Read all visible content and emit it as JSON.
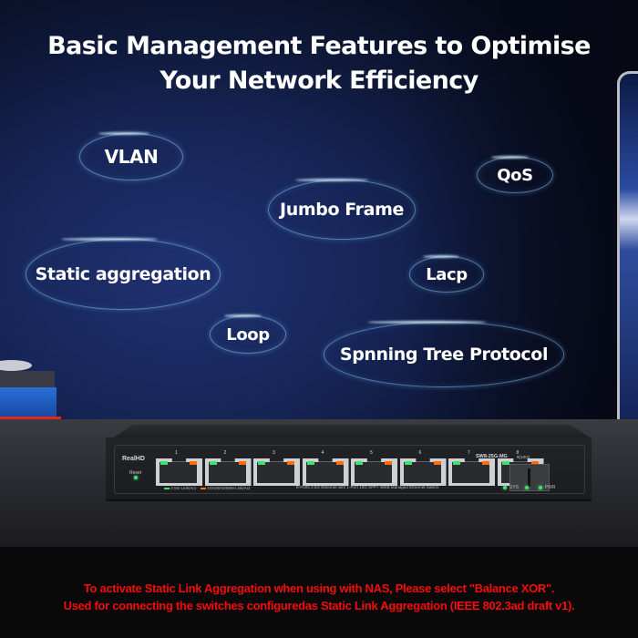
{
  "headline": {
    "line1": "Basic Management Features to Optimise",
    "line2": "Your Network Efficiency"
  },
  "features": [
    {
      "label": "VLAN"
    },
    {
      "label": "QoS"
    },
    {
      "label": "Jumbo Frame"
    },
    {
      "label": "Static aggregation"
    },
    {
      "label": "Lacp"
    },
    {
      "label": "Loop"
    },
    {
      "label": "Spnning Tree Protocol"
    }
  ],
  "device": {
    "brand_prefix": "Real",
    "brand_suffix": "HD",
    "reset_label": "Reset",
    "model": "SW8-25G-MG",
    "sfp_port_label": "9(10G)",
    "port_numbers": [
      "1",
      "2",
      "3",
      "4",
      "5",
      "6",
      "7",
      "8"
    ],
    "legend_green": "2.5G Link/Act",
    "legend_orange": "10/100/1000M Link/Act",
    "description": "8-Ports 2.5G Ethernet with 1-Port 10G SFP+ WEB Managed Ethernet Switch",
    "status_sys": "SYS",
    "status_pwr": "PWR",
    "colors": {
      "link_green": "#3ee36a",
      "link_orange": "#ff6d0d"
    }
  },
  "notice": {
    "line1": "To activate Static Link Aggregation when using with NAS, Please select \"Balance XOR\".",
    "line2": "Used for connecting the switches configuredas Static Link Aggregation (IEEE 802.3ad draft v1).",
    "color": "#f50d0d"
  }
}
